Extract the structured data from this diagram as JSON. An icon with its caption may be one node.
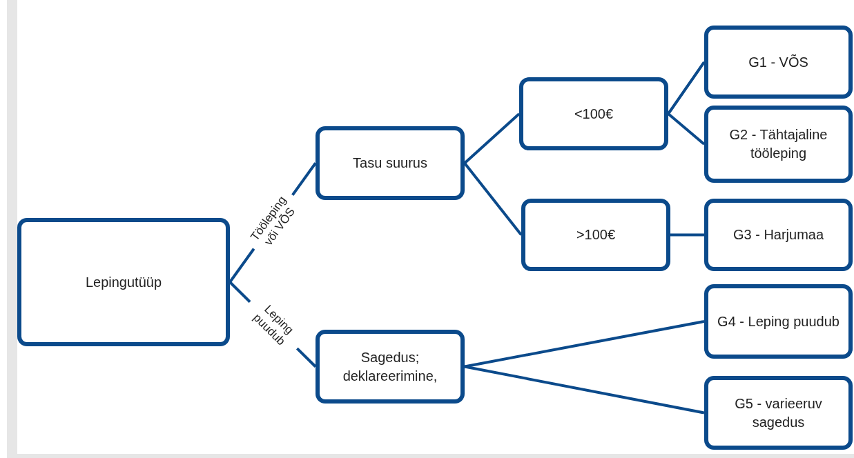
{
  "diagram": {
    "nodes": [
      {
        "text": [
          "Lepingutüüp"
        ]
      },
      {
        "text": [
          "Tasu suurus"
        ]
      },
      {
        "text": [
          "<100€"
        ]
      },
      {
        "text": [
          ">100€"
        ]
      },
      {
        "text": [
          "G1 - VÕS"
        ]
      },
      {
        "text": [
          "G2 - Tähtajaline tööleping"
        ]
      },
      {
        "text": [
          "G3 - Harjumaa"
        ]
      },
      {
        "text": [
          "Sagedus; deklareerimine,"
        ]
      },
      {
        "text": [
          "G4 - Leping puudub"
        ]
      },
      {
        "text": [
          "G5 - varieeruv sagedus"
        ]
      }
    ],
    "edges": [
      {
        "from": 0,
        "to": 1,
        "arrow": "none",
        "label": "Tööleping või VÕS"
      },
      {
        "from": 0,
        "to": 7,
        "arrow": "none",
        "label": "Leping puudub"
      },
      {
        "from": 1,
        "to": 2,
        "arrow": "none"
      },
      {
        "from": 1,
        "to": 3,
        "arrow": "none"
      },
      {
        "from": 2,
        "to": 4,
        "arrow": "none"
      },
      {
        "from": 2,
        "to": 5,
        "arrow": "none"
      },
      {
        "from": 3,
        "to": 6,
        "arrow": "none"
      },
      {
        "from": 7,
        "to": 8,
        "arrow": "none"
      },
      {
        "from": 7,
        "to": 9,
        "arrow": "none"
      }
    ]
  }
}
